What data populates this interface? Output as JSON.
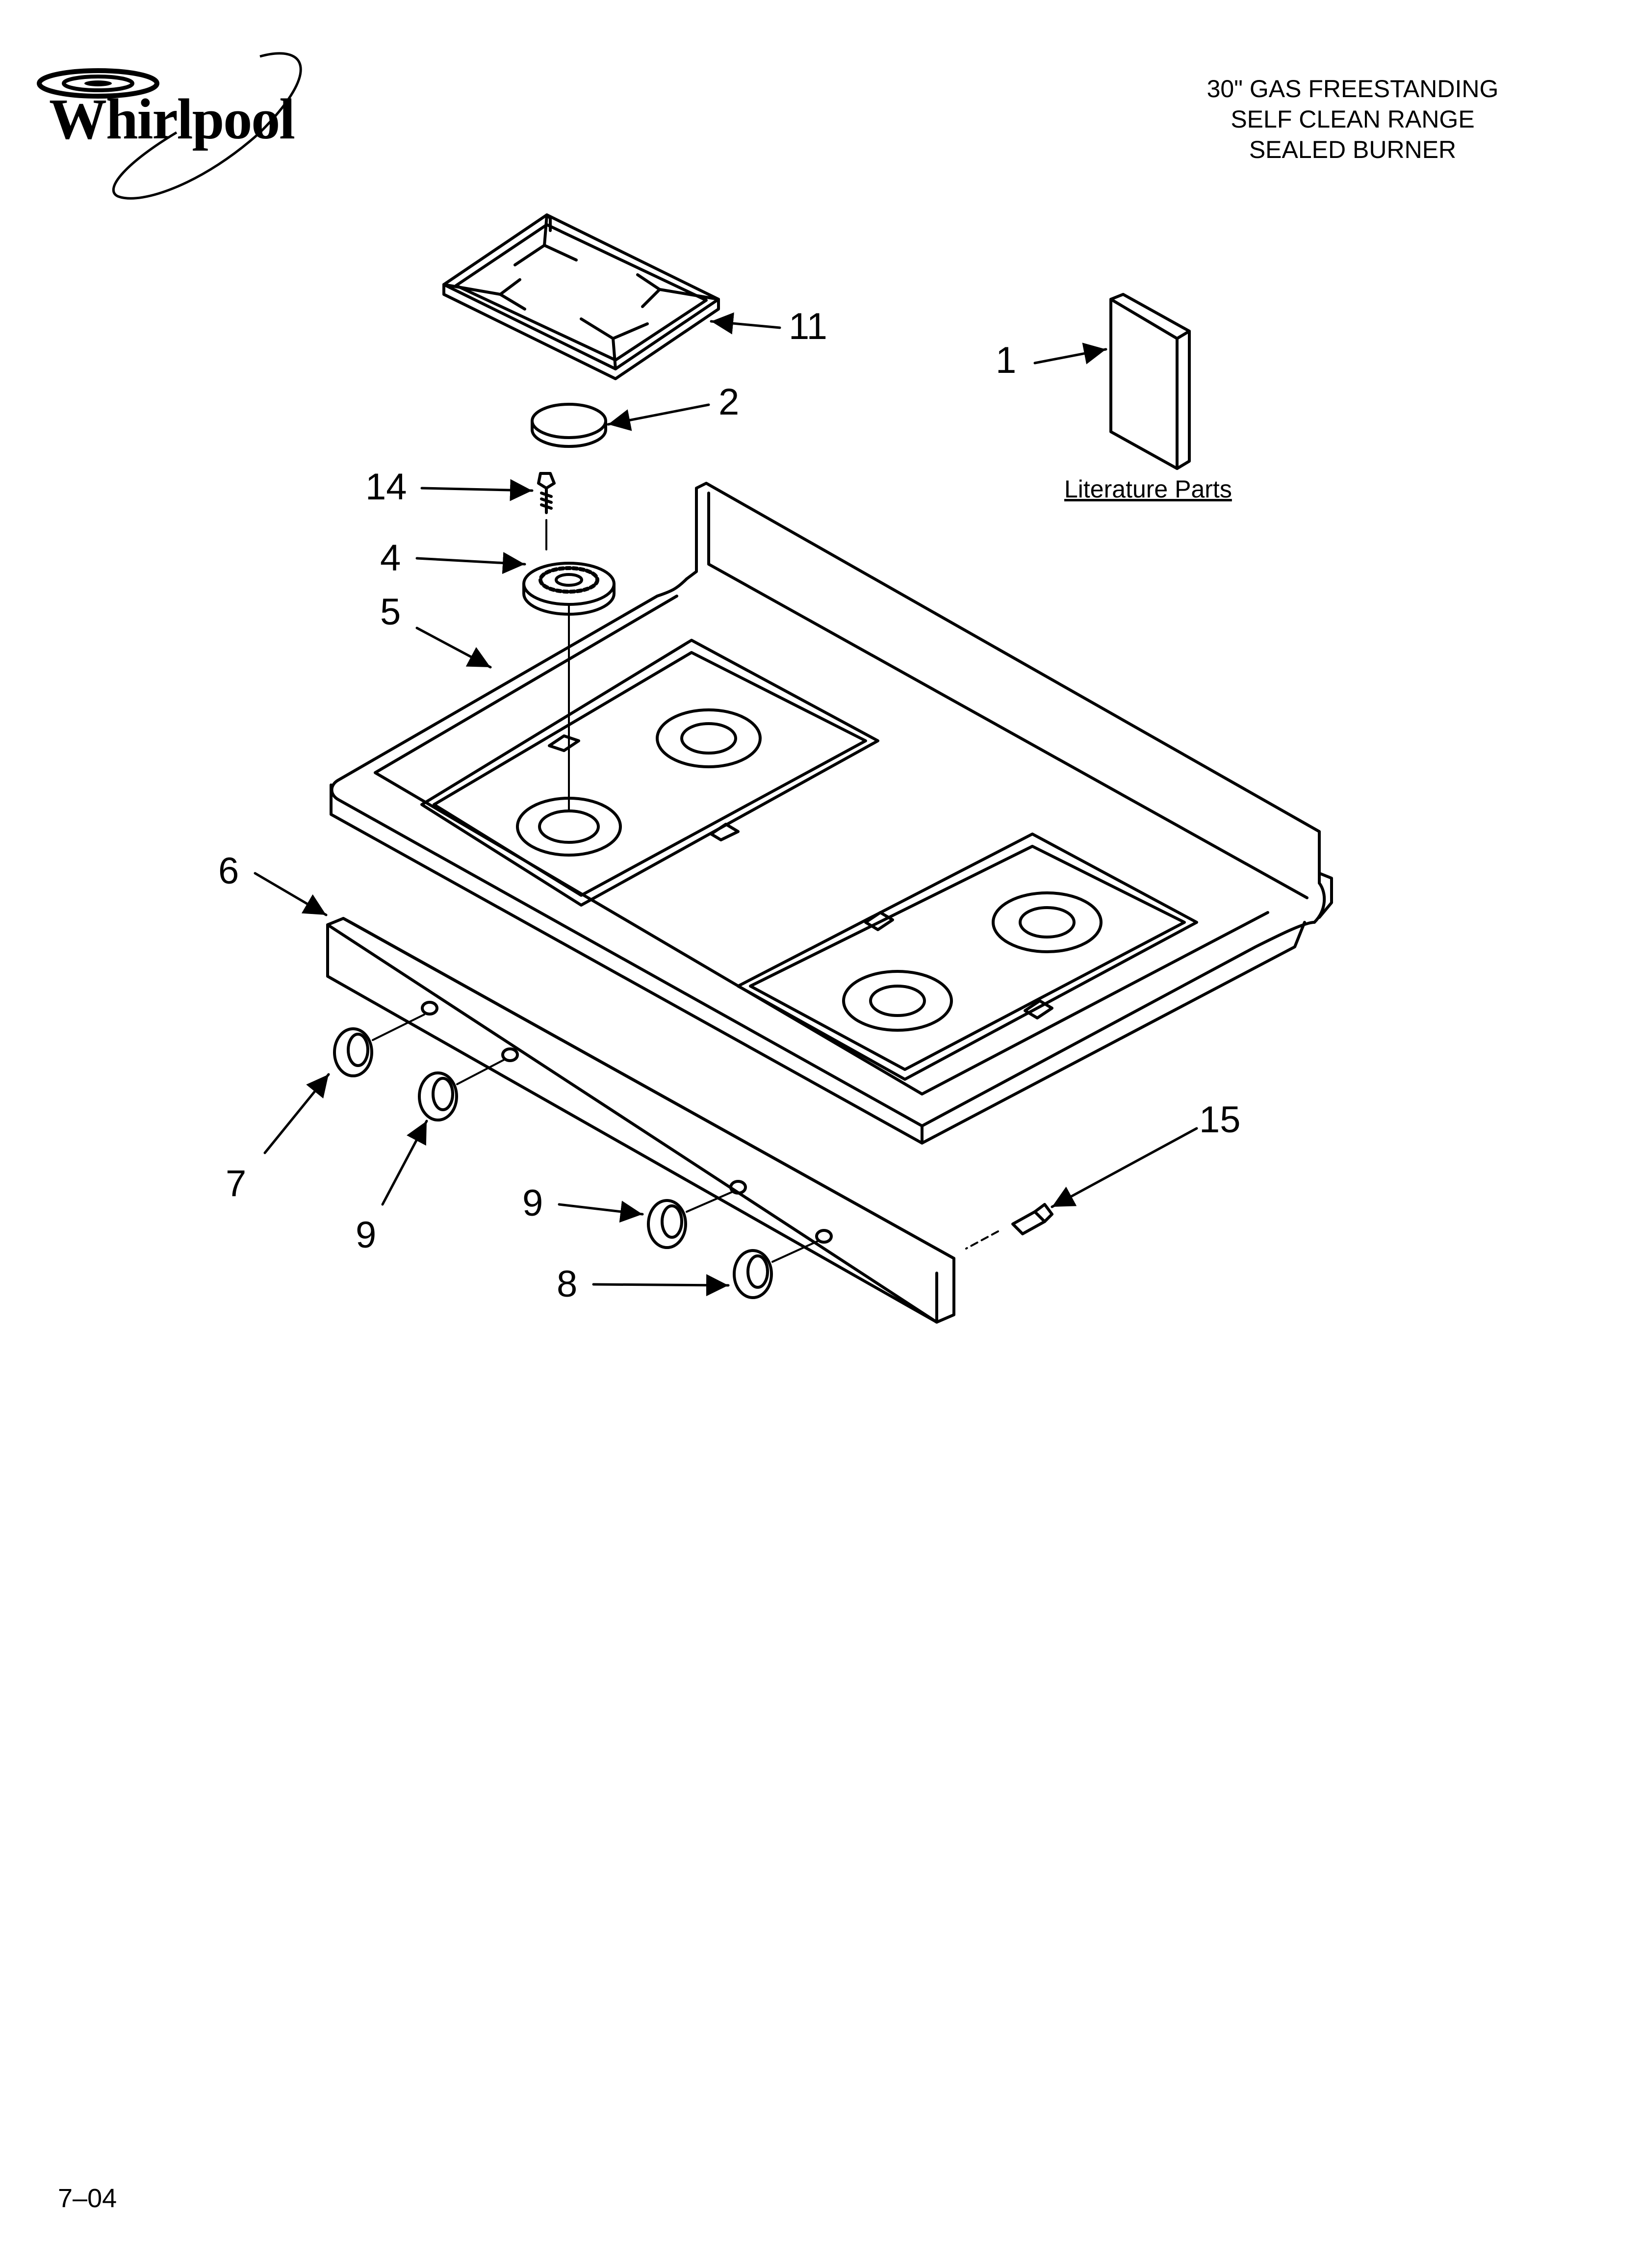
{
  "brand": {
    "logo_text": "Whirlpool"
  },
  "title": {
    "line1": "30\" GAS FREESTANDING",
    "line2": "SELF CLEAN RANGE",
    "line3": "SEALED BURNER"
  },
  "literature_label": "Literature Parts",
  "callouts": {
    "c11": "11",
    "c2": "2",
    "c1": "1",
    "c14": "14",
    "c4": "4",
    "c5": "5",
    "c6": "6",
    "c7": "7",
    "c9a": "9",
    "c9b": "9",
    "c8": "8",
    "c15": "15"
  },
  "footer": {
    "code": "7–04"
  },
  "colors": {
    "ink": "#000000",
    "paper": "#ffffff"
  }
}
